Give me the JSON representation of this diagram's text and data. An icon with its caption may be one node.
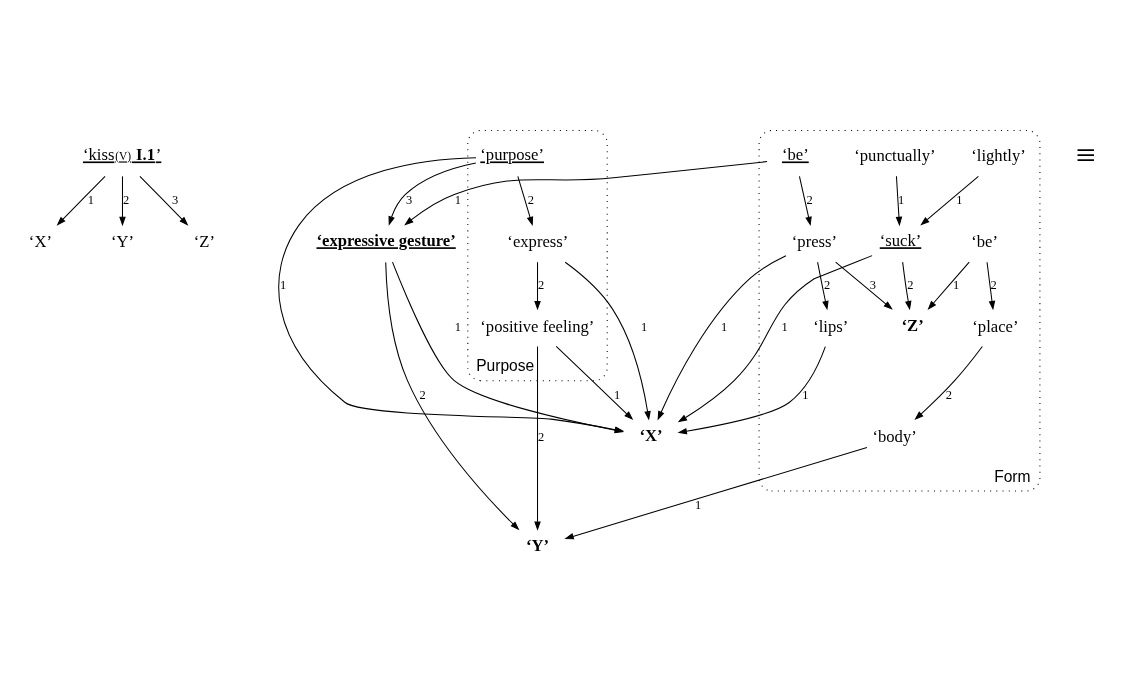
{
  "diagram": {
    "nodes": [
      {
        "text": [
          "‘kiss$_{(V)}$ **I.1**’"
        ]
      },
      {
        "text": [
          "‘X’"
        ]
      },
      {
        "text": [
          "‘Y’"
        ]
      },
      {
        "text": [
          "‘Z’"
        ]
      },
      {
        "text": [
          "Purpose"
        ]
      },
      {
        "text": [
          "Form"
        ]
      },
      {
        "text": [
          "‘expressive gesture’"
        ]
      },
      {
        "text": [
          "‘X’"
        ]
      },
      {
        "text": [
          "‘purpose’"
        ],
        "in": 4
      },
      {
        "text": [
          "‘express’"
        ],
        "in": 4
      },
      {
        "text": [
          "‘positive feeling’"
        ],
        "in": 4
      },
      {
        "text": [
          "‘Y’"
        ]
      },
      {
        "text": [
          "‘lips’"
        ],
        "in": 5
      },
      {
        "text": [
          "‘press’"
        ],
        "in": 5
      },
      {
        "text": [
          "‘be’"
        ],
        "in": 5
      },
      {
        "text": [
          "‘Z’"
        ],
        "in": 5
      },
      {
        "text": [
          "‘body’"
        ],
        "in": 5
      },
      {
        "text": [
          "‘place’"
        ],
        "in": 5
      },
      {
        "text": [
          "‘be’"
        ],
        "in": 5
      },
      {
        "text": [
          "‘punctually’"
        ],
        "in": 5
      },
      {
        "text": [
          "‘lightly’"
        ],
        "in": 5
      },
      {
        "text": [
          "‘suck’"
        ],
        "in": 5
      }
    ],
    "edges": [
      {
        "from": 0,
        "to": 1,
        "arrow": "to",
        "label": "1"
      },
      {
        "from": 0,
        "to": 2,
        "arrow": "to",
        "label": "2"
      },
      {
        "from": 0,
        "to": 3,
        "arrow": "to",
        "label": "3"
      },
      {
        "from": 6,
        "to": 7,
        "arrow": "to",
        "label": "1"
      },
      {
        "from": 6,
        "to": 11,
        "arrow": "to",
        "label": "2"
      },
      {
        "from": 8,
        "to": 7,
        "arrow": "to",
        "label": "1"
      },
      {
        "from": 8,
        "to": 9,
        "arrow": "to",
        "label": "2"
      },
      {
        "from": 8,
        "to": 6,
        "arrow": "to",
        "label": "3"
      },
      {
        "from": 9,
        "to": 7,
        "arrow": "to",
        "label": "1"
      },
      {
        "from": 9,
        "to": 10,
        "arrow": "to",
        "label": "2"
      },
      {
        "from": 10,
        "to": 7,
        "arrow": "to",
        "label": "1"
      },
      {
        "from": 10,
        "to": 11,
        "arrow": "to",
        "label": "2"
      },
      {
        "from": 12,
        "to": 7,
        "arrow": "to",
        "label": "1"
      },
      {
        "from": 13,
        "to": 7,
        "arrow": "to",
        "label": "1"
      },
      {
        "from": 13,
        "to": 12,
        "arrow": "to",
        "label": "2"
      },
      {
        "from": 13,
        "to": 15,
        "arrow": "to",
        "label": "3"
      },
      {
        "from": 14,
        "to": 6,
        "arrow": "to",
        "label": "1"
      },
      {
        "from": 14,
        "to": 13,
        "arrow": "to",
        "label": "2"
      },
      {
        "from": 16,
        "to": 11,
        "arrow": "to",
        "label": "1"
      },
      {
        "from": 17,
        "to": 16,
        "arrow": "to",
        "label": "2"
      },
      {
        "from": 18,
        "to": 15,
        "arrow": "to",
        "label": "1"
      },
      {
        "from": 18,
        "to": 17,
        "arrow": "to",
        "label": "2"
      },
      {
        "from": 19,
        "to": 21,
        "arrow": "to",
        "label": "1"
      },
      {
        "from": 20,
        "to": 21,
        "arrow": "to",
        "label": "1"
      },
      {
        "from": 21,
        "to": 7,
        "arrow": "to",
        "label": "1"
      },
      {
        "from": 21,
        "to": 15,
        "arrow": "to",
        "label": "2"
      }
    ],
    "labels": [
      "≡"
    ]
  }
}
